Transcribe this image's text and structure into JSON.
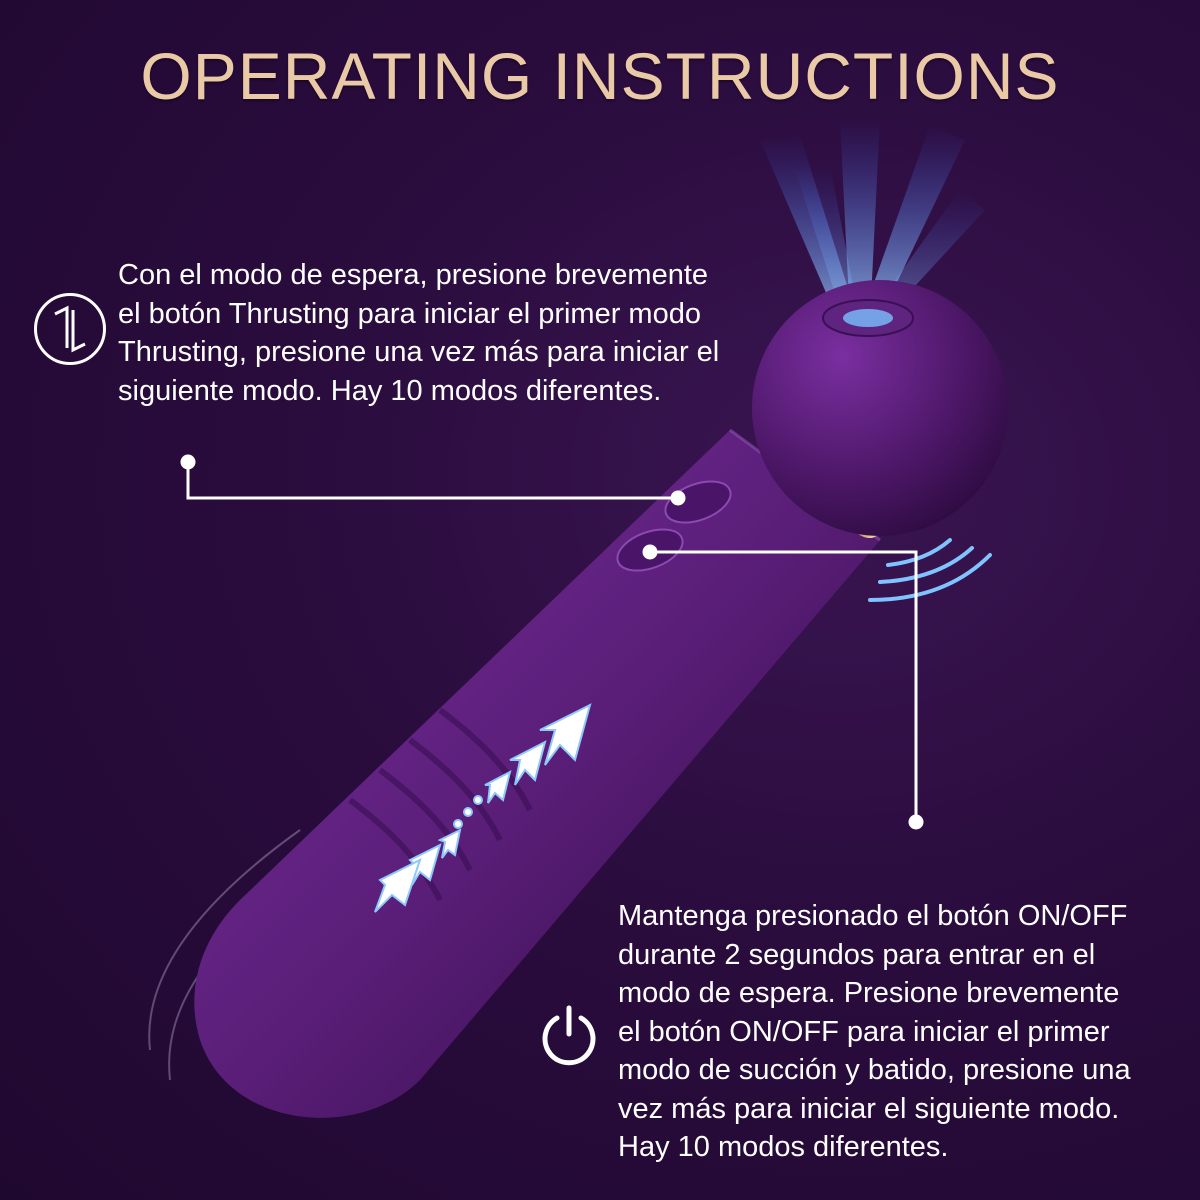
{
  "title": "OPERATING INSTRUCTIONS",
  "thrusting_note": {
    "lines": [
      "Con el modo de espera, presione brevemente",
      "el botón Thrusting para iniciar el primer modo",
      "Thrusting, presione una vez más para iniciar el",
      "siguiente modo. Hay 10 modos diferentes."
    ],
    "icon": "thrust-mode-icon"
  },
  "power_note": {
    "lines": [
      "Mantenga presionado el botón ON/OFF",
      "durante 2 segundos para entrar en el",
      "modo de espera. Presione brevemente",
      "el botón ON/OFF para iniciar el primer",
      "modo de succión y batido, presione una",
      "vez más para iniciar el siguiente modo.",
      "Hay 10 modos diferentes."
    ],
    "icon": "power-icon"
  },
  "colors": {
    "background": "#2a0c3d",
    "title": "#e9c9a6",
    "product": "#5a1e78",
    "accent_blue": "#6fb8ff"
  }
}
